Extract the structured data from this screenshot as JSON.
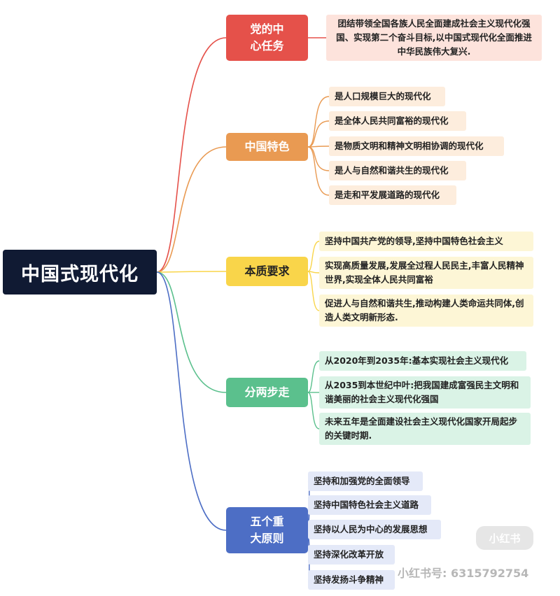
{
  "root": {
    "label": "中国式现代化"
  },
  "branches": [
    {
      "label": "党的中心任务",
      "color": "#e5514a",
      "items": [
        "团结带领全国各族人民全面建成社会主义现代化强国、实现第二个奋斗目标,以中国式现代化全面推进中华民族伟大复兴."
      ]
    },
    {
      "label": "中国特色",
      "color": "#e99a52",
      "items": [
        "是人口规模巨大的现代化",
        "是全体人民共同富裕的现代化",
        "是物质文明和精神文明相协调的现代化",
        "是人与自然和谐共生的现代化",
        "是走和平发展道路的现代化"
      ]
    },
    {
      "label": "本质要求",
      "color": "#f9d54a",
      "items": [
        "坚持中国共产党的领导,坚持中国特色社会主义",
        "实现高质量发展,发展全过程人民民主,丰富人民精神世界,实现全体人民共同富裕",
        "促进人与自然和谐共生,推动构建人类命运共同体,创造人类文明新形态."
      ]
    },
    {
      "label": "分两步走",
      "color": "#5bc08d",
      "items": [
        "从2020年到2035年:基本实现社会主义现代化",
        "从2035到本世纪中叶:把我国建成富强民主文明和谐美丽的社会主义现代化强国",
        "未来五年是全面建设社会主义现代化国家开局起步的关键时期."
      ]
    },
    {
      "label": "五个重大原则",
      "color": "#4d6ec5",
      "items": [
        "坚持和加强党的全面领导",
        "坚持中国特色社会主义道路",
        "坚持以人民为中心的发展思想",
        "坚持深化改革开放",
        "坚持发扬斗争精神"
      ]
    }
  ],
  "watermark": {
    "logo": "小红书",
    "id": "小红书号: 6315792754"
  }
}
